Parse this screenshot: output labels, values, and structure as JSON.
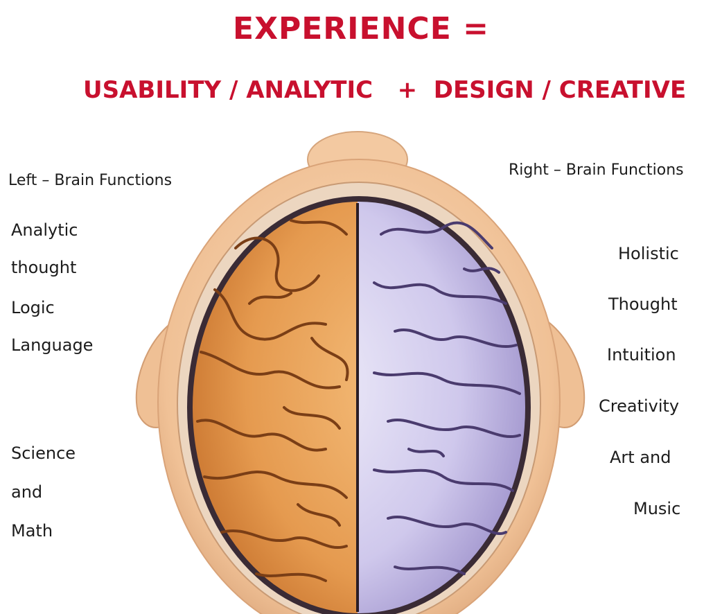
{
  "heading": {
    "title": "EXPERIENCE  =",
    "subtitle": "USABILITY / ANALYTIC   +  DESIGN / CREATIVE"
  },
  "left": {
    "header": "Left – Brain Functions",
    "items": [
      "Analytic",
      "thought",
      "Logic",
      "Language",
      "Science",
      "and",
      "Math"
    ]
  },
  "right": {
    "header": "Right – Brain Functions",
    "items": [
      "Holistic",
      "Thought",
      "Intuition",
      "Creativity",
      "Art  and",
      "Music"
    ]
  },
  "colors": {
    "title": "#c8102e",
    "left_hemisphere": "#e9a05a",
    "right_hemisphere": "#c9c3e8",
    "skin": "#f2c9a0"
  }
}
